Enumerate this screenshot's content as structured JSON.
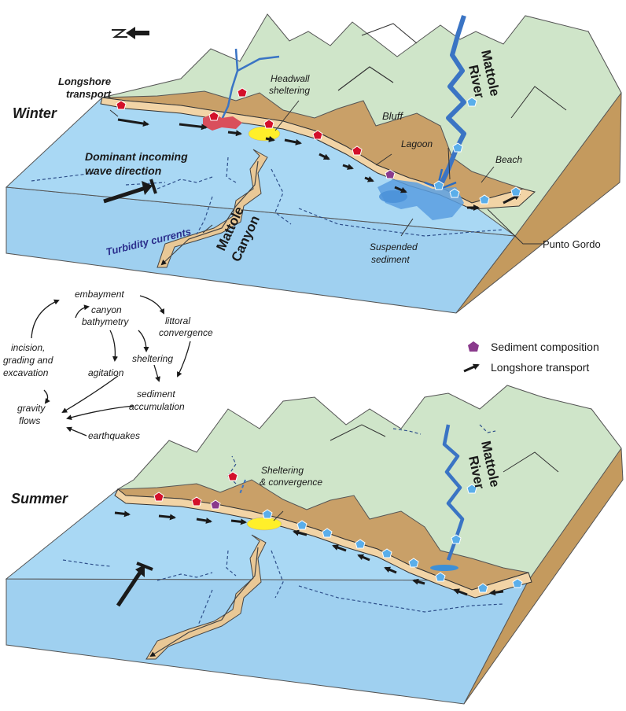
{
  "winter": {
    "season": "Winter",
    "longshore": [
      "Longshore",
      "transport"
    ],
    "headwall": [
      "Headwall",
      "sheltering"
    ],
    "bluff": "Bluff",
    "wave": [
      "Dominant incoming",
      "wave direction"
    ],
    "lagoon": "Lagoon",
    "beach": "Beach",
    "turbidity": "Turbidity currents",
    "canyon": [
      "Mattole",
      "Canyon"
    ],
    "suspended": [
      "Suspended",
      "sediment"
    ],
    "punto": "Punto Gordo",
    "river": [
      "Mattole",
      "River"
    ]
  },
  "summer": {
    "season": "Summer",
    "sheltering": [
      "Sheltering",
      "& convergence"
    ],
    "river": [
      "Mattole",
      "River"
    ]
  },
  "cycle": {
    "embayment": "embayment",
    "canyon_bathymetry": [
      "canyon",
      "bathymetry"
    ],
    "littoral": [
      "littoral",
      "convergence"
    ],
    "incision": [
      "incision,",
      "grading and",
      "excavation"
    ],
    "sheltering": "sheltering",
    "agitation": "agitation",
    "accumulation": [
      "sediment",
      "accumulation"
    ],
    "gravity": [
      "gravity",
      "flows"
    ],
    "earthquakes": "earthquakes"
  },
  "legend": {
    "composition": "Sediment composition",
    "transport": "Longshore transport"
  },
  "colors": {
    "sea": "#a9d8f4",
    "land": "#cfe5c9",
    "bluff": "#c9a068",
    "beach": "#f2d4a6",
    "river": "#3a74c4",
    "marker_red": "#d3102a",
    "marker_blue": "#5aaeea",
    "marker_purple": "#8a3a8c",
    "sediment_red": "#d94f5c",
    "sediment_blue": "#3d8fd6",
    "shelter_yellow": "#ffef2a"
  }
}
